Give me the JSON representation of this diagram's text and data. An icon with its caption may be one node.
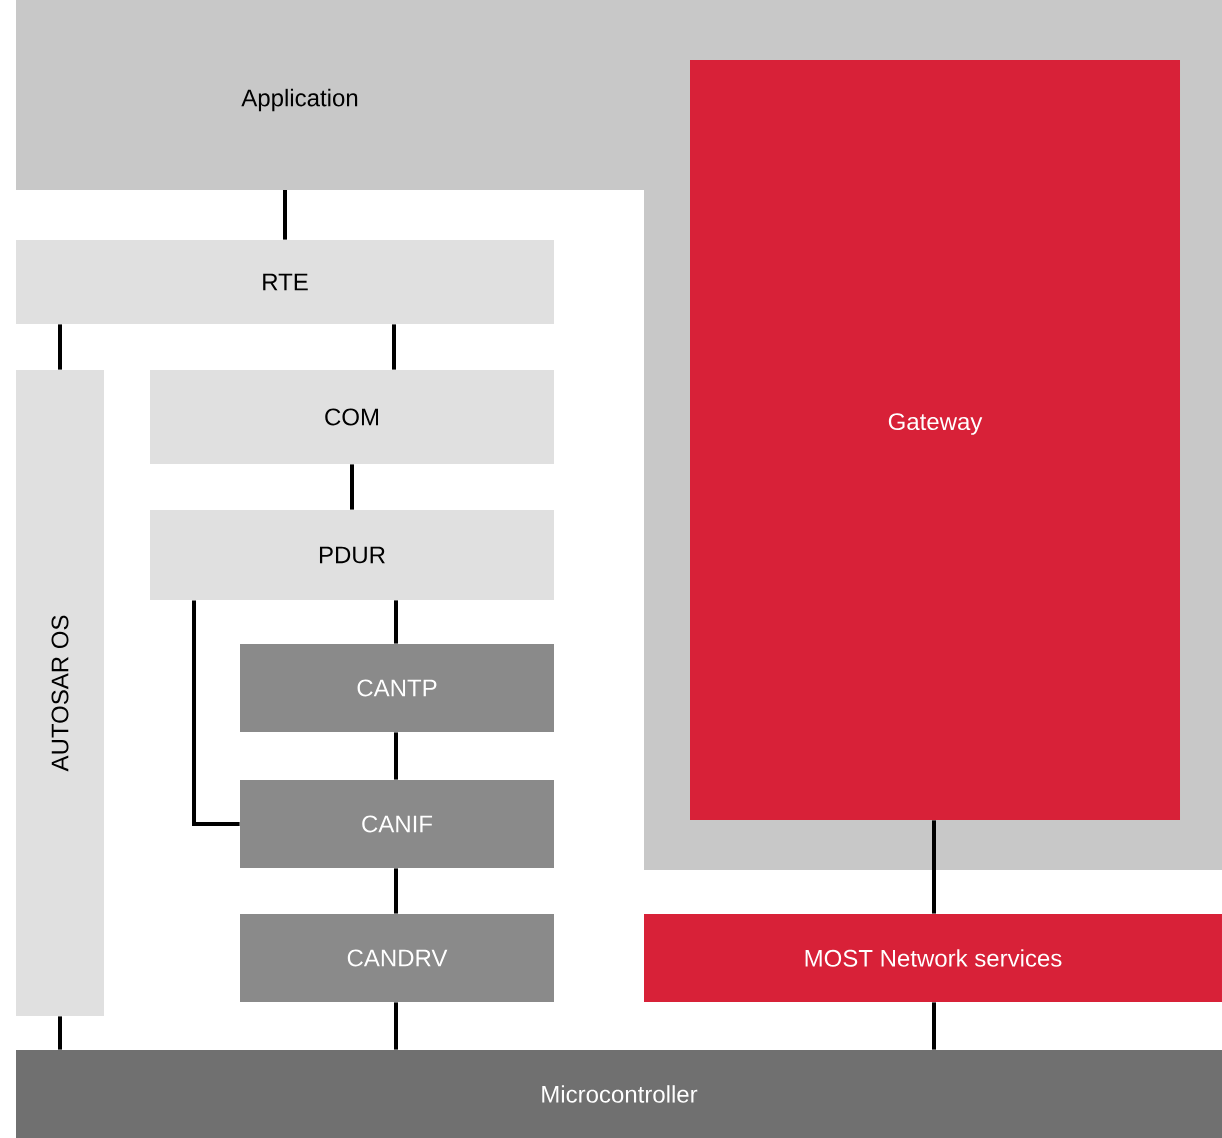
{
  "diagram": {
    "nodes": [
      {
        "text": [
          "Application"
        ]
      },
      {
        "text": [
          "RTE"
        ]
      },
      {
        "text": [
          "AUTOSAR OS"
        ]
      },
      {
        "text": [
          "COM"
        ]
      },
      {
        "text": [
          "PDUR"
        ]
      },
      {
        "text": [
          "CANTP"
        ]
      },
      {
        "text": [
          "CANIF"
        ]
      },
      {
        "text": [
          "CANDRV"
        ]
      },
      {
        "text": [
          "Gateway"
        ],
        "in": 0
      },
      {
        "text": [
          "MOST Network services"
        ]
      },
      {
        "text": [
          "Microcontroller"
        ]
      }
    ],
    "edges": [
      {
        "from": 0,
        "to": 1,
        "arrow": "none"
      },
      {
        "from": 1,
        "to": 2,
        "arrow": "none"
      },
      {
        "from": 1,
        "to": 3,
        "arrow": "none"
      },
      {
        "from": 3,
        "to": 4,
        "arrow": "none"
      },
      {
        "from": 4,
        "to": 5,
        "arrow": "none"
      },
      {
        "from": 4,
        "to": 6,
        "arrow": "none"
      },
      {
        "from": 5,
        "to": 6,
        "arrow": "none"
      },
      {
        "from": 6,
        "to": 7,
        "arrow": "none"
      },
      {
        "from": 7,
        "to": 10,
        "arrow": "none"
      },
      {
        "from": 2,
        "to": 10,
        "arrow": "none"
      },
      {
        "from": 8,
        "to": 9,
        "arrow": "none"
      },
      {
        "from": 9,
        "to": 10,
        "arrow": "none"
      }
    ]
  }
}
